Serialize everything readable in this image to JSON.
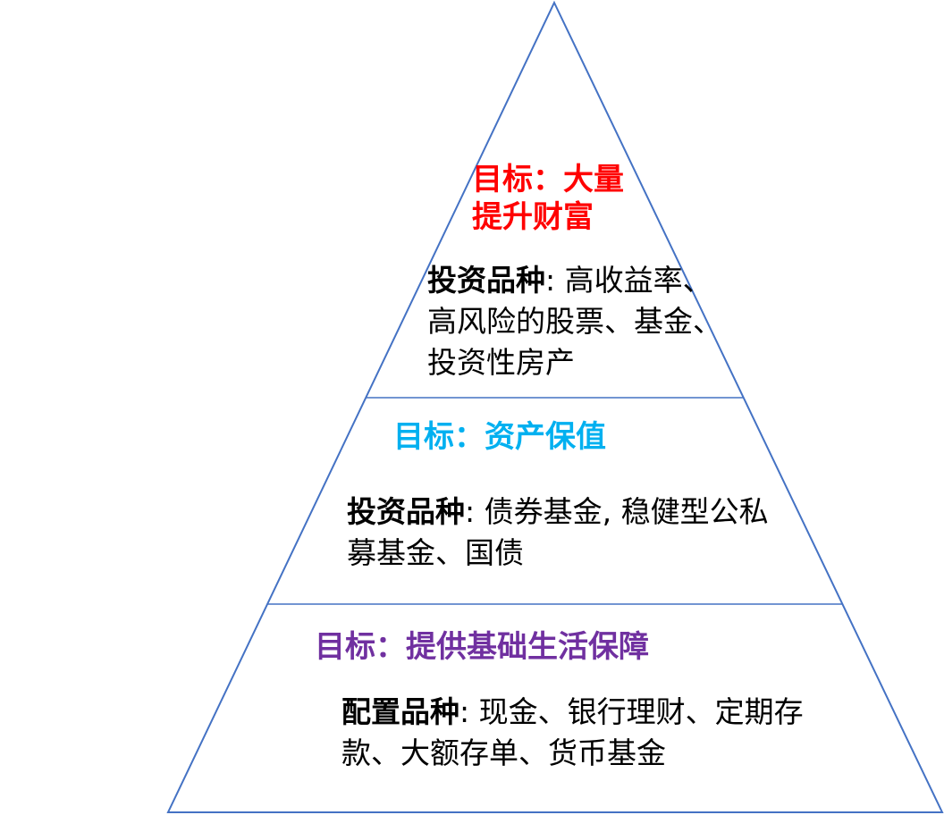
{
  "colors": {
    "outline": "#4472C4",
    "top_goal": "#FF0000",
    "middle_goal": "#00B0F0",
    "bottom_goal": "#7030A0"
  },
  "tiers": {
    "top": {
      "goal": "目标：大量提升财富",
      "lead": "投资品种",
      "detail": ":  高收益率、高风险的股票、基金、投资性房产"
    },
    "middle": {
      "goal": "目标：资产保值",
      "lead": "投资品种",
      "detail": ":  债券基金,  稳健型公私募基金、国债"
    },
    "bottom": {
      "goal": "目标：提供基础生活保障",
      "lead": "配置品种",
      "detail": ":  现金、银行理财、定期存款、大额存单、货币基金"
    }
  }
}
